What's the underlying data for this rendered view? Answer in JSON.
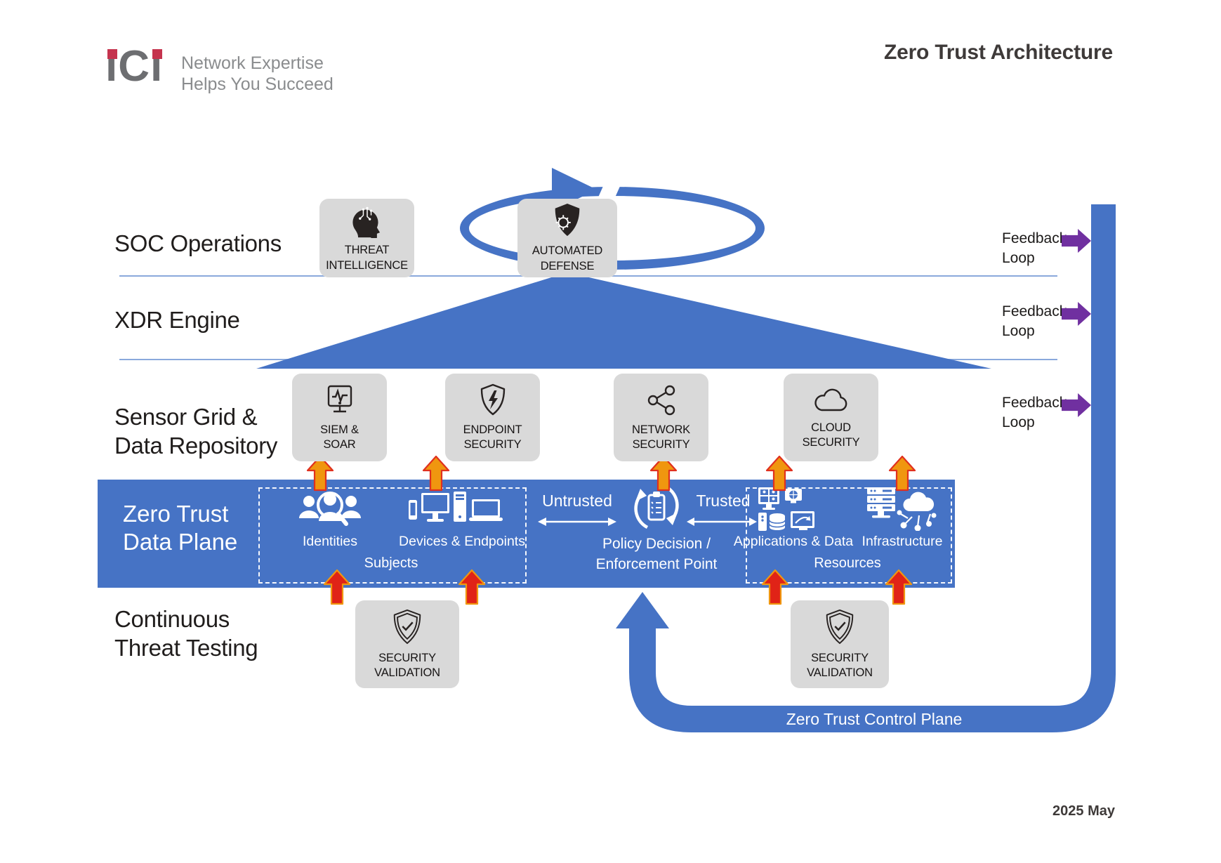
{
  "header": {
    "logo_text": "iCi",
    "tagline1": "Network Expertise",
    "tagline2": "Helps You Succeed",
    "title": "Zero Trust Architecture"
  },
  "row_labels": {
    "soc": "SOC Operations",
    "xdr": "XDR Engine",
    "sensor1": "Sensor Grid &",
    "sensor2": "Data Repository",
    "plane1": "Zero Trust",
    "plane2": "Data Plane",
    "ctt1": "Continuous",
    "ctt2": "Threat Testing"
  },
  "nodes": {
    "threat_intelligence1": "THREAT",
    "threat_intelligence2": "INTELLIGENCE",
    "automated_defense1": "AUTOMATED",
    "automated_defense2": "DEFENSE",
    "siem1": "SIEM &",
    "siem2": "SOAR",
    "endpoint1": "ENDPOINT",
    "endpoint2": "SECURITY",
    "network1": "NETWORK",
    "network2": "SECURITY",
    "cloud1": "CLOUD",
    "cloud2": "SECURITY",
    "secval1": "SECURITY",
    "secval2": "VALIDATION"
  },
  "data_plane": {
    "identities": "Identities",
    "devices": "Devices & Endpoints",
    "subjects": "Subjects",
    "untrusted": "Untrusted",
    "trusted": "Trusted",
    "pdp1": "Policy Decision /",
    "pdp2": "Enforcement Point",
    "applications": "Applications & Data",
    "infrastructure": "Infrastructure",
    "resources": "Resources"
  },
  "control_plane_label": "Zero Trust Control Plane",
  "feedback": {
    "line1": "Feedback",
    "line2": "Loop"
  },
  "footer_date": "2025 May",
  "colors": {
    "blue": "#4673c5",
    "separator_blue": "#8aa9dc",
    "box_gray": "#d9d9d9",
    "purple": "#7030a0",
    "orange": "#f0960f",
    "red": "#e02317",
    "logo_gray": "#6d6e71",
    "logo_red": "#c5344e"
  }
}
